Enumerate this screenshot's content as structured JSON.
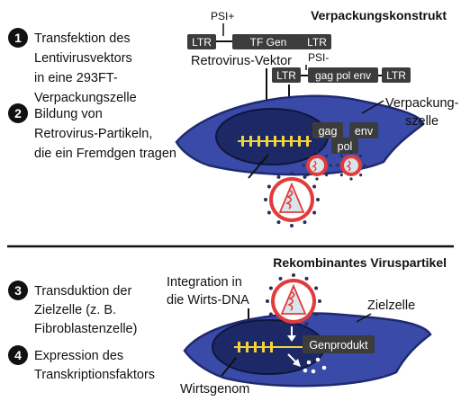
{
  "top": {
    "heading": "Verpackungskonstrukt",
    "steps": [
      {
        "number": "1",
        "lines": [
          "Transfektion des",
          "Lentivirusvektors",
          "in eine 293FT-",
          "Verpackungszelle"
        ]
      },
      {
        "number": "2",
        "lines": [
          "Bildung von",
          "Retrovirus-Partikeln,",
          "die ein Fremdgen tragen"
        ]
      }
    ],
    "vector_construct": {
      "psi": "PSI+",
      "ltr_left": "LTR",
      "gene": "TF Gen",
      "ltr_right": "LTR",
      "caption": "Retrovirus-Vektor"
    },
    "packaging_construct": {
      "psi": "PSI-",
      "ltr_left": "LTR",
      "genes": "gag pol env",
      "ltr_right": "LTR"
    },
    "cell_label_lines": [
      "Verpackung-",
      "szelle"
    ],
    "protein_labels": {
      "gag": "gag",
      "env": "env",
      "pol": "pol"
    }
  },
  "bottom": {
    "heading": "Rekombinantes Viruspartikel",
    "steps": [
      {
        "number": "3",
        "lines": [
          "Transduktion der",
          "Zielzelle (z. B.",
          "Fibroblastenzelle)"
        ]
      },
      {
        "number": "4",
        "lines": [
          "Expression des",
          "Transkriptionsfaktors"
        ]
      }
    ],
    "integration_lines": [
      "Integration in",
      "die Wirts-DNA"
    ],
    "target_cell": "Zielzelle",
    "product": "Genprodukt",
    "host_genome": "Wirtsgenom"
  },
  "colors": {
    "cell": "#3a4aa8",
    "nucleus": "#1d2866",
    "dna": "#f0d23a",
    "virus_ring": "#e23b3b",
    "virus_core": "#d8e6ec",
    "box": "#3c3c3c"
  }
}
